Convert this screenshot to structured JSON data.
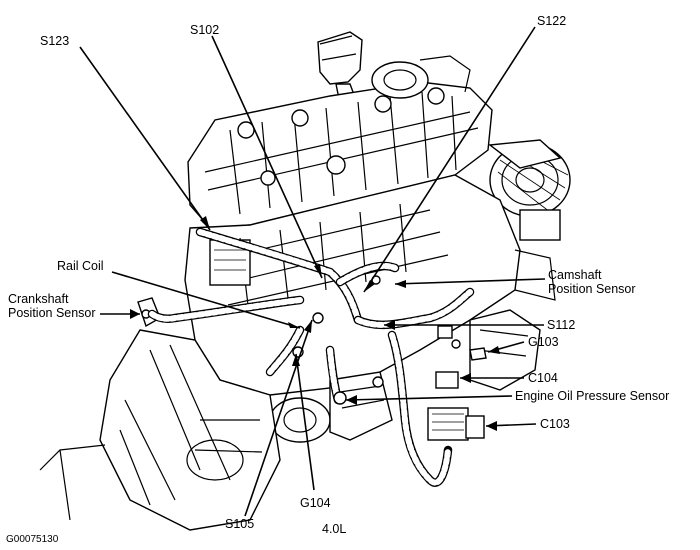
{
  "labels": {
    "s123": "S123",
    "s102": "S102",
    "s122": "S122",
    "rail_coil": "Rail Coil",
    "camshaft_line1": "Camshaft",
    "camshaft_line2": "Position Sensor",
    "crankshaft_line1": "Crankshaft",
    "crankshaft_line2": "Position Sensor",
    "s112": "S112",
    "g103": "G103",
    "c104": "C104",
    "engine_oil_pressure_sensor": "Engine Oil Pressure Sensor",
    "c103": "C103",
    "g104": "G104",
    "s105": "S105",
    "engine_size": "4.0L",
    "figure_id": "G00075130"
  }
}
